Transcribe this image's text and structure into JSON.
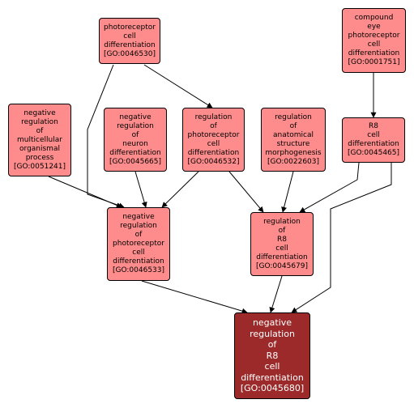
{
  "nodes": {
    "photoreceptor": [
      "photoreceptor",
      "cell",
      "differentiation",
      "[GO:0046530]"
    ],
    "compound_eye": [
      "compound",
      "eye",
      "photoreceptor",
      "cell",
      "differentiation",
      "[GO:0001751]"
    ],
    "neg_multicell": [
      "negative",
      "regulation",
      "of",
      "multicellular",
      "organismal",
      "process",
      "[GO:0051241]"
    ],
    "neg_neuron": [
      "negative",
      "regulation",
      "of",
      "neuron",
      "differentiation",
      "[GO:0045665]"
    ],
    "reg_photo": [
      "regulation",
      "of",
      "photoreceptor",
      "cell",
      "differentiation",
      "[GO:0046532]"
    ],
    "reg_anat": [
      "regulation",
      "of",
      "anatomical",
      "structure",
      "morphogenesis",
      "[GO:0022603]"
    ],
    "r8": [
      "R8",
      "cell",
      "differentiation",
      "[GO:0045465]"
    ],
    "neg_photo": [
      "negative",
      "regulation",
      "of",
      "photoreceptor",
      "cell",
      "differentiation",
      "[GO:0046533]"
    ],
    "reg_r8": [
      "regulation",
      "of",
      "R8",
      "cell",
      "differentiation",
      "[GO:0045679]"
    ],
    "neg_r8": [
      "negative",
      "regulation",
      "of",
      "R8",
      "cell",
      "differentiation",
      "[GO:0045680]"
    ]
  },
  "colors": {
    "node_fill": "#ff8c8c",
    "focus_fill": "#9c2a2a",
    "edge": "#000000"
  }
}
